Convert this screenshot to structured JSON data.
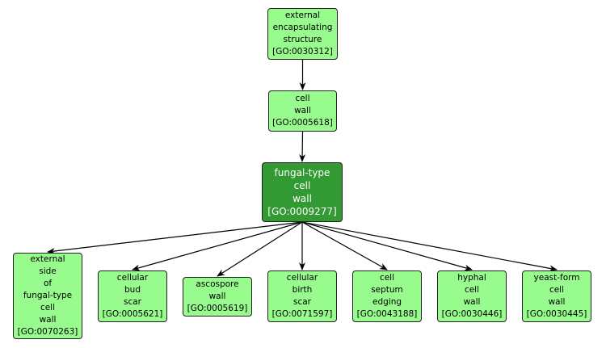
{
  "colors": {
    "node_fill": "#98fb8e",
    "highlight_fill": "#339933",
    "edge": "#000000"
  },
  "nodes": [
    {
      "id": "GO:0030312",
      "label": "external\nencapsulating\nstructure\n[GO:0030312]"
    },
    {
      "id": "GO:0005618",
      "label": "cell\nwall\n[GO:0005618]"
    },
    {
      "id": "GO:0009277",
      "label": "fungal-type\ncell\nwall\n[GO:0009277]"
    },
    {
      "id": "GO:0070263",
      "label": "external\nside\nof\nfungal-type\ncell\nwall\n[GO:0070263]"
    },
    {
      "id": "GO:0005621",
      "label": "cellular\nbud\nscar\n[GO:0005621]"
    },
    {
      "id": "GO:0005619",
      "label": "ascospore\nwall\n[GO:0005619]"
    },
    {
      "id": "GO:0071597",
      "label": "cellular\nbirth\nscar\n[GO:0071597]"
    },
    {
      "id": "GO:0043188",
      "label": "cell\nseptum\nedging\n[GO:0043188]"
    },
    {
      "id": "GO:0030446",
      "label": "hyphal\ncell\nwall\n[GO:0030446]"
    },
    {
      "id": "GO:0030445",
      "label": "yeast-form\ncell\nwall\n[GO:0030445]"
    }
  ],
  "edges": [
    [
      "GO:0030312",
      "GO:0005618"
    ],
    [
      "GO:0005618",
      "GO:0009277"
    ],
    [
      "GO:0009277",
      "GO:0070263"
    ],
    [
      "GO:0009277",
      "GO:0005621"
    ],
    [
      "GO:0009277",
      "GO:0005619"
    ],
    [
      "GO:0009277",
      "GO:0071597"
    ],
    [
      "GO:0009277",
      "GO:0043188"
    ],
    [
      "GO:0009277",
      "GO:0030446"
    ],
    [
      "GO:0009277",
      "GO:0030445"
    ]
  ]
}
